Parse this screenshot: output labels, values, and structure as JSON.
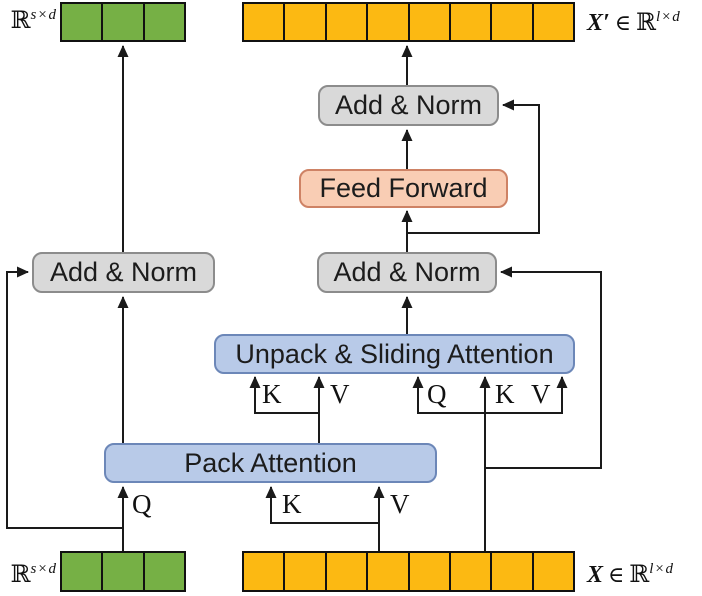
{
  "figure": {
    "type": "architecture-block-diagram",
    "description": "Pack / Unpack sliding attention transformer block diagram"
  },
  "colors": {
    "green": "#76B045",
    "orange": "#FCB912",
    "bar_border": "#111111",
    "box_gray_fill": "#D9D9D9",
    "box_gray_border": "#8C8C8C",
    "box_blue_fill": "#B8CAE8",
    "box_blue_border": "#6C87B8",
    "box_peach_fill": "#F9CDB4",
    "box_peach_border": "#CE8265",
    "wire": "#1a1a1a"
  },
  "bars": {
    "packed_cells": 3,
    "unpacked_cells": 8
  },
  "blocks": {
    "add_norm_left": "Add & Norm",
    "add_norm_top": "Add & Norm",
    "add_norm_mid": "Add & Norm",
    "feed_forward": "Feed Forward",
    "unpack_attention": "Unpack & Sliding Attention",
    "pack_attention": "Pack Attention"
  },
  "ports": {
    "pack_q": "Q",
    "pack_k": "K",
    "pack_v": "V",
    "unpack_left_k": "K",
    "unpack_left_v": "V",
    "unpack_right_q": "Q",
    "unpack_right_k": "K",
    "unpack_right_v": "V"
  },
  "tensor_labels": {
    "top_left": {
      "var": "",
      "elem": "",
      "set": "ℝ",
      "sup": "s×d"
    },
    "top_right": {
      "var": "X′",
      "elem": "∈",
      "set": "ℝ",
      "sup": "l×d"
    },
    "bottom_left": {
      "var": "",
      "elem": "",
      "set": "ℝ",
      "sup": "s×d"
    },
    "bottom_right": {
      "var": "X",
      "elem": "∈",
      "set": "ℝ",
      "sup": "l×d"
    }
  }
}
